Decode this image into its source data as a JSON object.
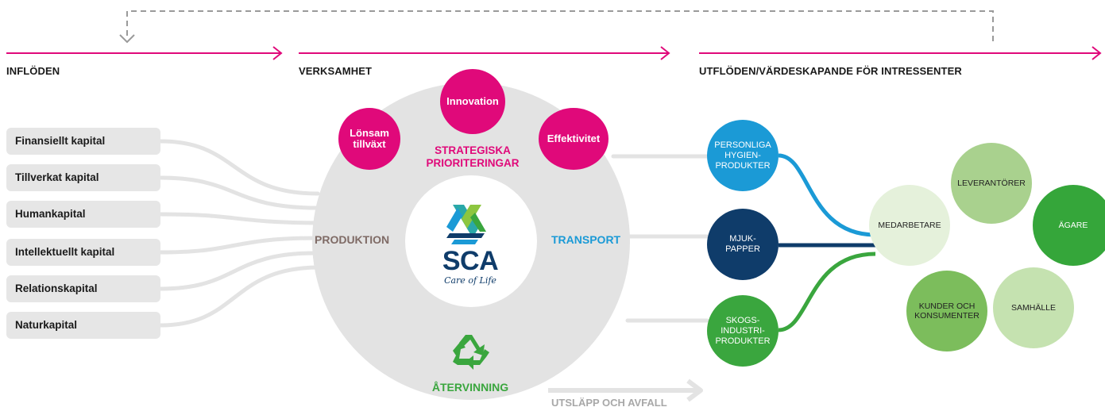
{
  "headers": {
    "inflows": "INFLÖDEN",
    "operations": "VERKSAMHET",
    "outflows": "UTFLÖDEN/VÄRDESKAPANDE FÖR INTRESSENTER"
  },
  "capitals": [
    "Finansiellt kapital",
    "Tillverkat kapital",
    "Humankapital",
    "Intellektuellt kapital",
    "Relationskapital",
    "Naturkapital"
  ],
  "priorities": {
    "title_line1": "STRATEGISKA",
    "title_line2": "PRIORITERINGAR",
    "innovation": "Innovation",
    "growth_line1": "Lönsam",
    "growth_line2": "tillväxt",
    "efficiency": "Effektivitet"
  },
  "operations": {
    "production": "PRODUKTION",
    "transport": "TRANSPORT",
    "recycling": "ÅTERVINNING",
    "emissions": "UTSLÄPP OCH AVFALL"
  },
  "logo": {
    "name": "SCA",
    "tagline": "Care of Life"
  },
  "products": {
    "hygiene": [
      "PERSONLIGA",
      "HYGIEN-",
      "PRODUKTER"
    ],
    "tissue": [
      "MJUK-",
      "PAPPER"
    ],
    "forest": [
      "SKOGS-",
      "INDUSTRI-",
      "PRODUKTER"
    ]
  },
  "stakeholders": {
    "employees": "MEDARBETARE",
    "suppliers": "LEVERANTÖRER",
    "owners": "ÄGARE",
    "customers_line1": "KUNDER OCH",
    "customers_line2": "KONSUMENTER",
    "society": "SAMHÄLLE"
  },
  "colors": {
    "magenta": "#e0097a",
    "hygiene_blue": "#1b9ad6",
    "navy": "#0f3c6a",
    "forest_green": "#3aa63e",
    "grey_ring": "#e3e3e3",
    "recycle_green": "#3aa63e",
    "transport_blue": "#1b9ad6"
  }
}
